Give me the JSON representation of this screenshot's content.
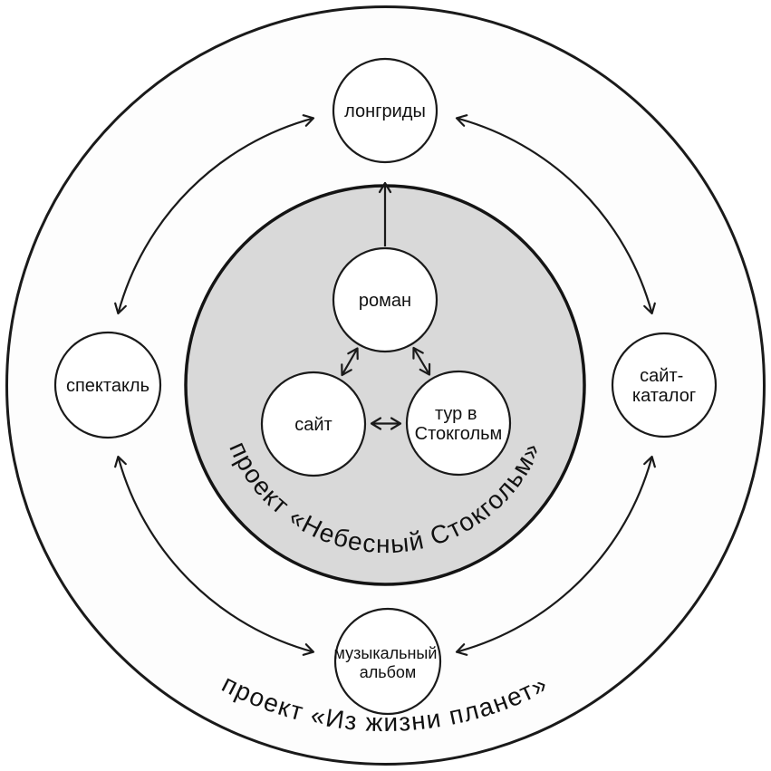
{
  "colors": {
    "stroke": "#1a1a1a",
    "outer_circle_fill": "#fdfdfd",
    "inner_circle_fill": "#d9d9d9",
    "node_fill": "#ffffff"
  },
  "outer_ring": {
    "label": "проект «Из жизни планет»",
    "nodes": {
      "longreads": {
        "label": "лонгриды"
      },
      "play": {
        "label": "спектакль"
      },
      "site_catalog": {
        "line1": "сайт-",
        "line2": "каталог"
      },
      "music_album": {
        "line1": "музыкальный",
        "line2": "альбом"
      }
    }
  },
  "inner_circle": {
    "label": "проект «Небесный Стокгольм»",
    "nodes": {
      "novel": {
        "label": "роман"
      },
      "site": {
        "label": "сайт"
      },
      "tour": {
        "line1": "тур в",
        "line2": "Стокгольм"
      }
    }
  }
}
